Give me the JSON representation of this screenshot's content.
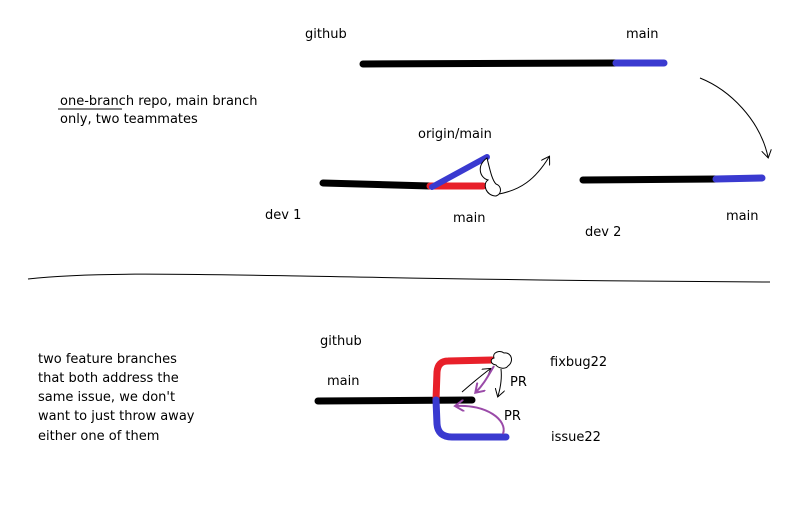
{
  "colors": {
    "commit_history": "#000000",
    "remote_update": "#3a3ad0",
    "local_commit": "#e8202a",
    "pr_arrow": "#9a4aa8"
  },
  "top_section": {
    "github_label": "github",
    "github_main_label": "main",
    "note_line1": "one-branch repo, main branch",
    "note_line2": "only, two teammates",
    "origin_main_label": "origin/main",
    "dev1_label": "dev 1",
    "dev1_main_label": "main",
    "dev2_label": "dev 2",
    "dev2_main_label": "main"
  },
  "bottom_section": {
    "github_label": "github",
    "main_label": "main",
    "fixbug_label": "fixbug22",
    "issue_label": "issue22",
    "pr_label_1": "PR",
    "pr_label_2": "PR",
    "note_lines": [
      "two feature branches",
      "that both address the",
      "same issue, we don't",
      "want to just throw away",
      "either one of them"
    ]
  }
}
